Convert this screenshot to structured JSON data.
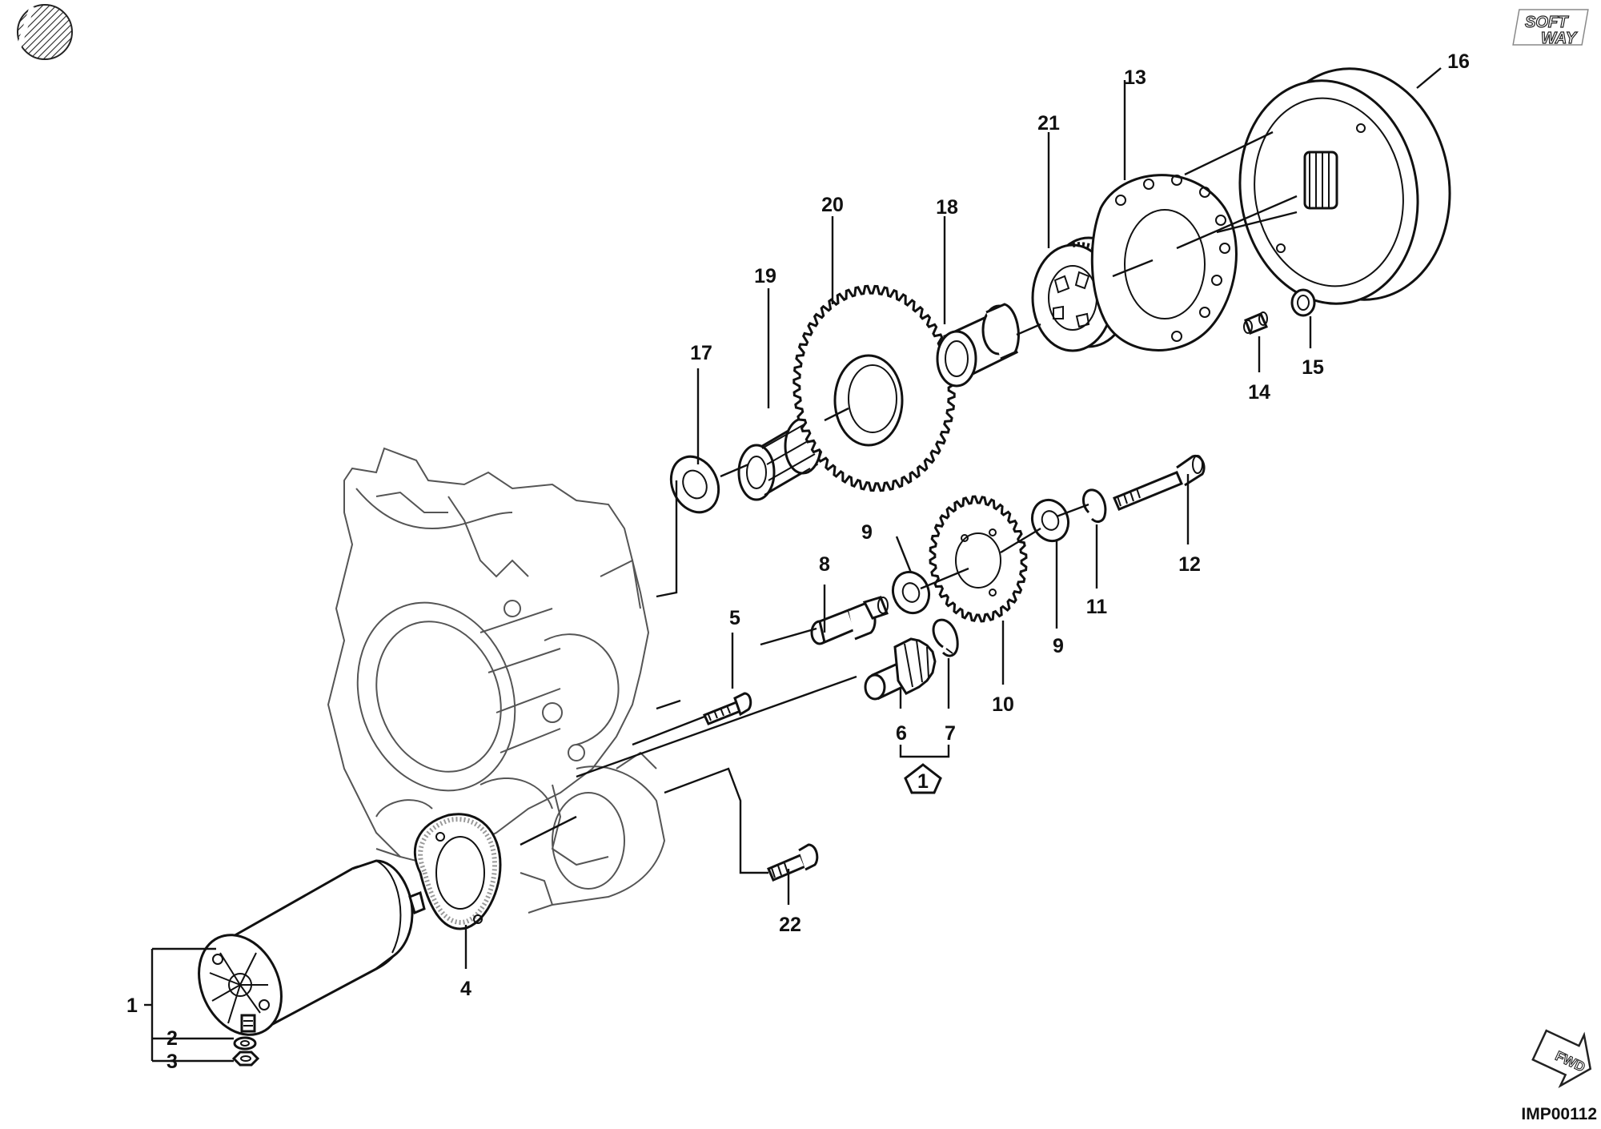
{
  "brand": {
    "logo_line1": "SOFT",
    "logo_line2": "WAY"
  },
  "drawing_code": "IMP00112",
  "fwd_label": "FWD",
  "kit_symbol_label": "1",
  "callouts": [
    {
      "id": "c1",
      "label": "1"
    },
    {
      "id": "c2",
      "label": "2"
    },
    {
      "id": "c3",
      "label": "3"
    },
    {
      "id": "c4",
      "label": "4"
    },
    {
      "id": "c5",
      "label": "5"
    },
    {
      "id": "c6",
      "label": "6"
    },
    {
      "id": "c7",
      "label": "7"
    },
    {
      "id": "c8",
      "label": "8"
    },
    {
      "id": "c9a",
      "label": "9"
    },
    {
      "id": "c9b",
      "label": "9"
    },
    {
      "id": "c10",
      "label": "10"
    },
    {
      "id": "c11",
      "label": "11"
    },
    {
      "id": "c12",
      "label": "12"
    },
    {
      "id": "c13",
      "label": "13"
    },
    {
      "id": "c14",
      "label": "14"
    },
    {
      "id": "c15",
      "label": "15"
    },
    {
      "id": "c16",
      "label": "16"
    },
    {
      "id": "c17",
      "label": "17"
    },
    {
      "id": "c18",
      "label": "18"
    },
    {
      "id": "c19",
      "label": "19"
    },
    {
      "id": "c20",
      "label": "20"
    },
    {
      "id": "c21",
      "label": "21"
    },
    {
      "id": "c22",
      "label": "22"
    }
  ]
}
